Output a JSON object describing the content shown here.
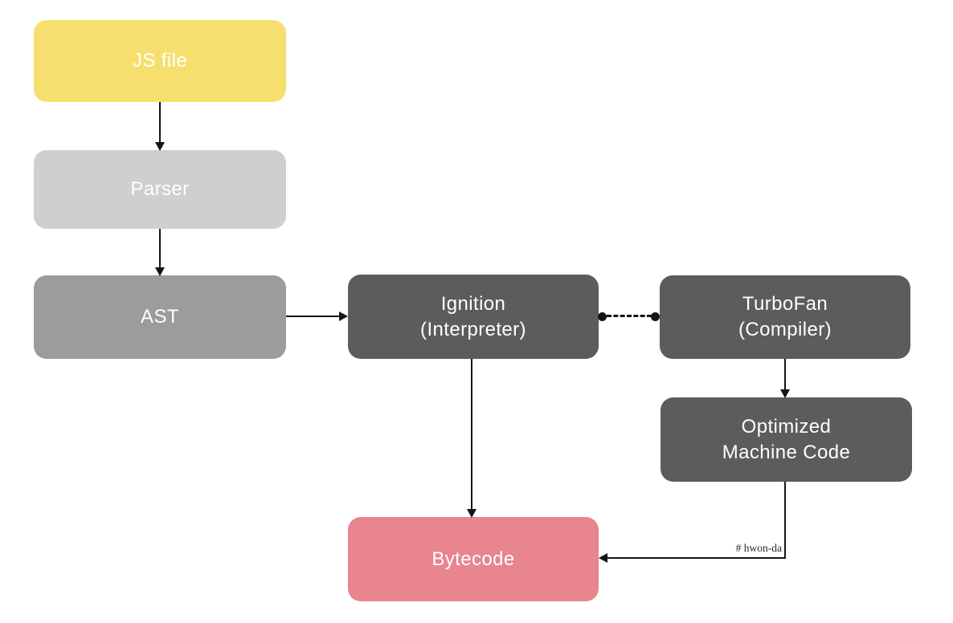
{
  "diagram": {
    "nodes": {
      "js_file": {
        "label": "JS file",
        "color": "#F7DF6F"
      },
      "parser": {
        "label": "Parser",
        "color": "#CFCFCF"
      },
      "ast": {
        "label": "AST",
        "color": "#9C9C9C"
      },
      "ignition": {
        "label": "Ignition\n(Interpreter)",
        "color": "#5C5C5C"
      },
      "turbofan": {
        "label": "TurboFan\n(Compiler)",
        "color": "#5C5C5C"
      },
      "optimized": {
        "label": "Optimized\nMachine Code",
        "color": "#5C5C5C"
      },
      "bytecode": {
        "label": "Bytecode",
        "color": "#E8858F"
      }
    },
    "edges": [
      {
        "from": "js_file",
        "to": "parser",
        "style": "solid-arrow"
      },
      {
        "from": "parser",
        "to": "ast",
        "style": "solid-arrow"
      },
      {
        "from": "ast",
        "to": "ignition",
        "style": "solid-arrow"
      },
      {
        "from": "ignition",
        "to": "turbofan",
        "style": "dashed-with-dot-endpoints"
      },
      {
        "from": "turbofan",
        "to": "optimized",
        "style": "solid-arrow"
      },
      {
        "from": "ignition",
        "to": "bytecode",
        "style": "solid-arrow"
      },
      {
        "from": "optimized",
        "to": "bytecode",
        "style": "solid-arrow-elbow",
        "label": "# hwon-da"
      }
    ],
    "annotation": {
      "credit": "# hwon-da"
    },
    "line_color": "#151515",
    "text_color": "#FFFFFF",
    "background": "#FFFFFF"
  }
}
